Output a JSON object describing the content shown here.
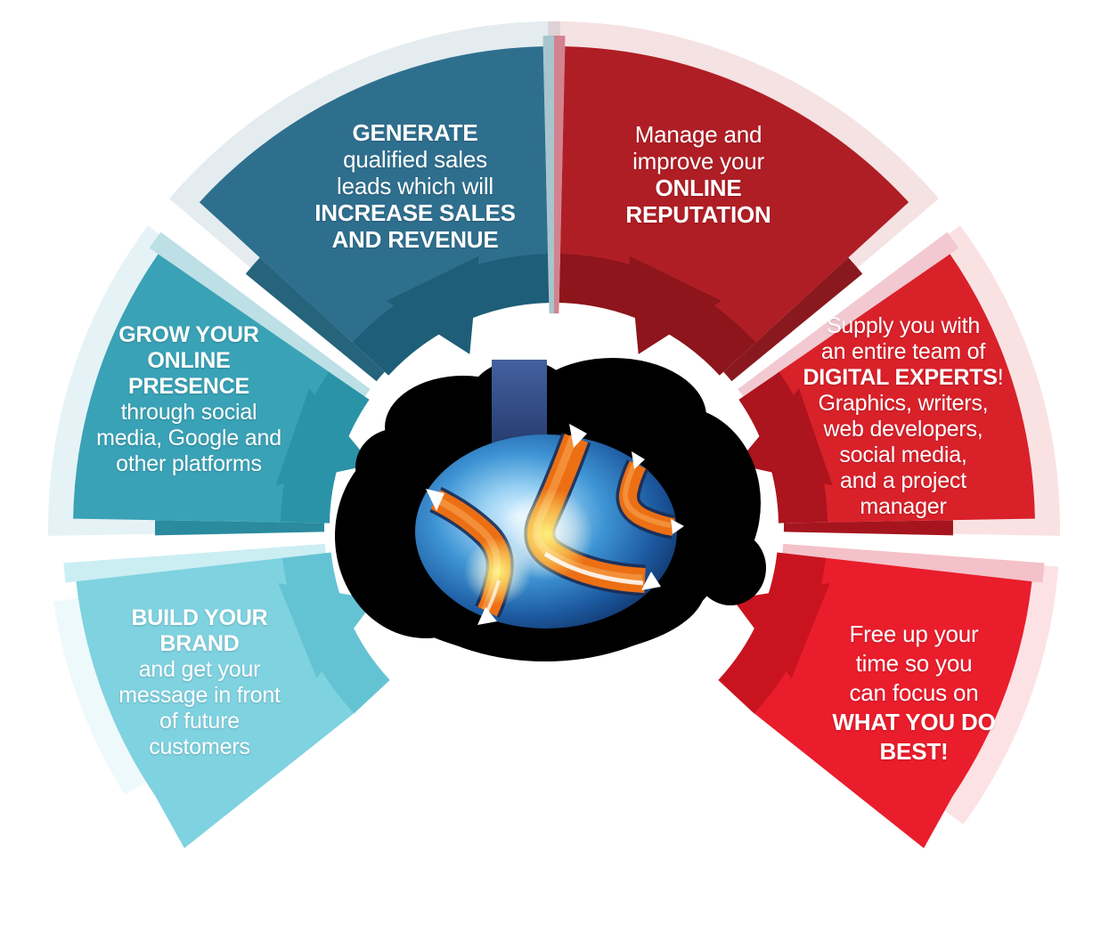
{
  "title": "Digital marketing services semicircle infographic",
  "background": "#FFFFFF",
  "text_color": "#FFFFFF",
  "segments": [
    {
      "id": "generate",
      "position": "top-left",
      "colors": {
        "fill": "#2F6F8E",
        "band": "#1E5E78",
        "fold": "#26647C",
        "pale": "#A6C5CD"
      },
      "lines": [
        [
          {
            "t": "GENERATE",
            "b": true
          }
        ],
        [
          {
            "t": "qualified sales",
            "b": false
          }
        ],
        [
          {
            "t": "leads which will",
            "b": false
          }
        ],
        [
          {
            "t": "INCREASE SALES",
            "b": true
          }
        ],
        [
          {
            "t": "AND REVENUE",
            "b": true
          }
        ]
      ]
    },
    {
      "id": "manage",
      "position": "top-right",
      "colors": {
        "fill": "#B01E25",
        "band": "#8E151C",
        "fold": "#8A191F",
        "pale": "#D2838F"
      },
      "lines": [
        [
          {
            "t": "Manage and",
            "b": false
          }
        ],
        [
          {
            "t": "improve your",
            "b": false
          }
        ],
        [
          {
            "t": "ONLINE",
            "b": true
          }
        ],
        [
          {
            "t": "REPUTATION",
            "b": true
          }
        ]
      ]
    },
    {
      "id": "grow",
      "position": "middle-left",
      "colors": {
        "fill": "#3AA2B6",
        "band": "#2B93A7",
        "fold": "#2A8A9E",
        "pale": "#BCE0E6"
      },
      "lines": [
        [
          {
            "t": "GROW YOUR",
            "b": true
          }
        ],
        [
          {
            "t": "ONLINE",
            "b": true
          }
        ],
        [
          {
            "t": "PRESENCE",
            "b": true
          }
        ],
        [
          {
            "t": "through social",
            "b": false
          }
        ],
        [
          {
            "t": "media, Google and",
            "b": false
          }
        ],
        [
          {
            "t": "other platforms",
            "b": false
          }
        ]
      ]
    },
    {
      "id": "supply",
      "position": "middle-right",
      "colors": {
        "fill": "#D9212A",
        "band": "#AC141E",
        "fold": "#A6151E",
        "pale": "#F2C9D1"
      },
      "lines": [
        [
          {
            "t": "Supply you with",
            "b": false
          }
        ],
        [
          {
            "t": "an entire team of",
            "b": false
          }
        ],
        [
          {
            "t": "DIGITAL EXPERTS",
            "b": true
          },
          {
            "t": "!",
            "b": false
          }
        ],
        [
          {
            "t": "Graphics, writers,",
            "b": false
          }
        ],
        [
          {
            "t": "web developers,",
            "b": false
          }
        ],
        [
          {
            "t": "social media,",
            "b": false
          }
        ],
        [
          {
            "t": "and a project",
            "b": false
          }
        ],
        [
          {
            "t": "manager",
            "b": false
          }
        ]
      ]
    },
    {
      "id": "build",
      "position": "bottom-left",
      "colors": {
        "fill": "#7FD2E0",
        "band": "#64C3D3",
        "fold": "#58BACB",
        "pale": "#CBEEF3"
      },
      "lines": [
        [
          {
            "t": "BUILD YOUR",
            "b": true
          }
        ],
        [
          {
            "t": "BRAND",
            "b": true
          }
        ],
        [
          {
            "t": "and get your",
            "b": false
          }
        ],
        [
          {
            "t": "message in front",
            "b": false
          }
        ],
        [
          {
            "t": "of future",
            "b": false
          }
        ],
        [
          {
            "t": "customers",
            "b": false
          }
        ]
      ]
    },
    {
      "id": "free",
      "position": "bottom-right",
      "colors": {
        "fill": "#EA1D2C",
        "band": "#C9141F",
        "fold": "#C01A25",
        "pale": "#F4C1C8"
      },
      "lines": [
        [
          {
            "t": "Free up your",
            "b": false
          }
        ],
        [
          {
            "t": "time so you",
            "b": false
          }
        ],
        [
          {
            "t": "can focus on",
            "b": false
          }
        ],
        [
          {
            "t": "WHAT YOU DO",
            "b": true
          }
        ],
        [
          {
            "t": "BEST!",
            "b": true
          }
        ]
      ]
    }
  ],
  "logo": {
    "name": "pencil-globe-logo",
    "description": "blue glossy globe with three bent orange pencils on a black blob",
    "colors": {
      "blob": "#000000",
      "band_top": "#44619F",
      "band_bottom": "#1F3464",
      "sphere_core": "#E2F4FE",
      "sphere_light": "#9AD2F4",
      "sphere_mid": "#3E94D4",
      "sphere_deep": "#1D5AA0",
      "sphere_edge": "#0C2757",
      "pencil_orange": "#EC6F14",
      "pencil_outline": "#1B2B52",
      "pencil_highlight": "#F59A45",
      "pencil_glow": "#FFF176",
      "pencil_tip": "#FFFFFF"
    }
  }
}
